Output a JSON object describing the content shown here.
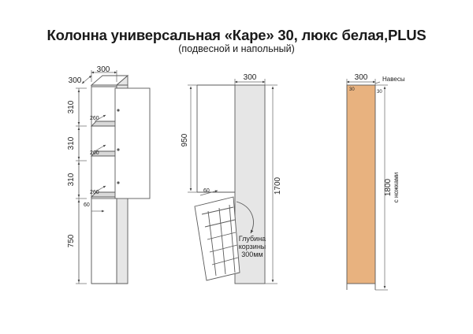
{
  "title": "Колонна универсальная «Каре» 30, люкс белая,PLUS",
  "subtitle": "(подвесной и напольный)",
  "colors": {
    "line": "#5a5a5a",
    "shelf": "#d9d9d9",
    "body_gray": "#e6e6e6",
    "wood": "#e8b27f"
  },
  "view1": {
    "width_top": "300",
    "depth_left": "300",
    "section_heights": [
      "310",
      "310",
      "310"
    ],
    "shelf_depths": [
      "260",
      "260",
      "260"
    ],
    "bottom_height": "750",
    "door_offset": "60"
  },
  "view2": {
    "width_top": "300",
    "upper_height": "950",
    "total_height": "1700",
    "offset": "60",
    "basket_note": [
      "Глубина",
      "корзины",
      "300мм"
    ]
  },
  "view3": {
    "width_top": "300",
    "hinge_label": "Навесы",
    "corner_left": "30",
    "corner_right": "30",
    "height_label": "1800",
    "height_note": "с ножками"
  }
}
